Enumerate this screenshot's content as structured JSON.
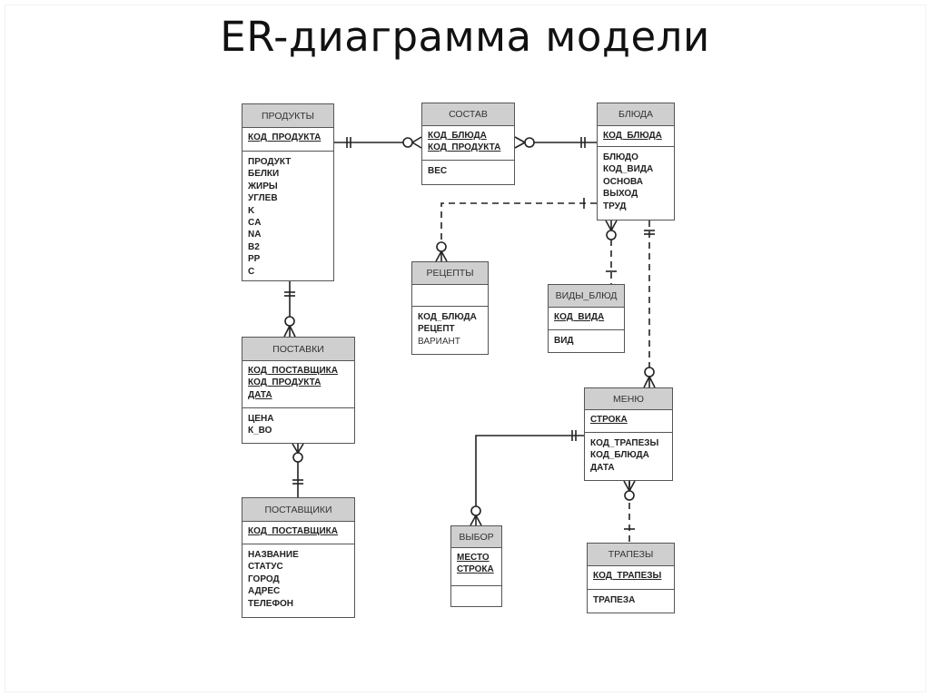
{
  "title": "ER-диаграмма модели",
  "entities": {
    "products": {
      "name": "ПРОДУКТЫ",
      "keys": [
        "КОД_ПРОДУКТА"
      ],
      "attrs": [
        "ПРОДУКТ",
        "БЕЛКИ",
        "ЖИРЫ",
        "УГЛЕВ",
        "K",
        "CA",
        "NA",
        "B2",
        "PP",
        "C"
      ]
    },
    "composition": {
      "name": "СОСТАВ",
      "keys": [
        "КОД_БЛЮДА",
        "КОД_ПРОДУКТА"
      ],
      "attrs": [
        "ВЕС"
      ]
    },
    "dishes": {
      "name": "БЛЮДА",
      "keys": [
        "КОД_БЛЮДА"
      ],
      "attrs": [
        "БЛЮДО",
        "КОД_ВИДА",
        "ОСНОВА",
        "ВЫХОД",
        "ТРУД"
      ]
    },
    "recipes": {
      "name": "РЕЦЕПТЫ",
      "keys": [],
      "attrs": [
        "КОД_БЛЮДА",
        "РЕЦЕПТ",
        "ВАРИАНТ"
      ]
    },
    "dish_types": {
      "name": "ВИДЫ_БЛЮД",
      "keys": [
        "КОД_ВИДА"
      ],
      "attrs": [
        "ВИД"
      ]
    },
    "deliveries": {
      "name": "ПОСТАВКИ",
      "keys": [
        "КОД_ПОСТАВЩИКА",
        "КОД_ПРОДУКТА",
        "ДАТА"
      ],
      "attrs": [
        "ЦЕНА",
        "К_ВО"
      ]
    },
    "menu": {
      "name": "МЕНЮ",
      "keys": [
        "СТРОКА"
      ],
      "attrs": [
        "КОД_ТРАПЕЗЫ",
        "КОД_БЛЮДА",
        "ДАТА"
      ]
    },
    "suppliers": {
      "name": "ПОСТАВЩИКИ",
      "keys": [
        "КОД_ПОСТАВЩИКА"
      ],
      "attrs": [
        "НАЗВАНИЕ",
        "СТАТУС",
        "ГОРОД",
        "АДРЕС",
        "ТЕЛЕФОН"
      ]
    },
    "choice": {
      "name": "ВЫБОР",
      "keys": [
        "МЕСТО",
        "СТРОКА"
      ],
      "attrs": []
    },
    "meals": {
      "name": "ТРАПЕЗЫ",
      "keys": [
        "КОД_ТРАПЕЗЫ"
      ],
      "attrs": [
        "ТРАПЕЗА"
      ]
    }
  },
  "relationships": [
    {
      "from": "products",
      "to": "composition",
      "from_card": "one-and-only-one",
      "to_card": "zero-or-many",
      "style": "solid"
    },
    {
      "from": "dishes",
      "to": "composition",
      "from_card": "one-and-only-one",
      "to_card": "zero-or-many",
      "style": "solid"
    },
    {
      "from": "dishes",
      "to": "recipes",
      "from_card": "one",
      "to_card": "zero-or-many",
      "style": "dashed"
    },
    {
      "from": "dish_types",
      "to": "dishes",
      "from_card": "one",
      "to_card": "zero-or-many",
      "style": "dashed"
    },
    {
      "from": "dishes",
      "to": "menu",
      "from_card": "one-and-only-one",
      "to_card": "zero-or-many",
      "style": "dashed"
    },
    {
      "from": "products",
      "to": "deliveries",
      "from_card": "one-and-only-one",
      "to_card": "zero-or-many",
      "style": "solid"
    },
    {
      "from": "suppliers",
      "to": "deliveries",
      "from_card": "one-and-only-one",
      "to_card": "zero-or-many",
      "style": "solid"
    },
    {
      "from": "menu",
      "to": "choice",
      "from_card": "one-and-only-one",
      "to_card": "zero-or-many",
      "style": "solid"
    },
    {
      "from": "meals",
      "to": "menu",
      "from_card": "one",
      "to_card": "zero-or-many",
      "style": "dashed"
    }
  ],
  "light_attrs": [
    "recipes.ВАРИАНТ"
  ]
}
